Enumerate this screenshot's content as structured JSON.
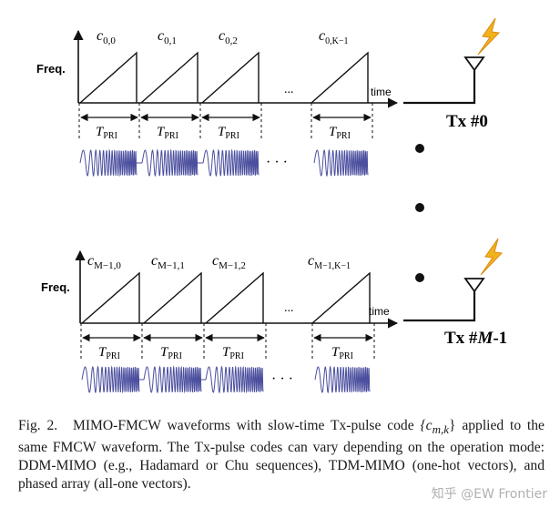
{
  "figure": {
    "top_panel": {
      "freq_label": "Freq.",
      "time_label": "time",
      "code_labels": [
        {
          "base": "c",
          "sub": "0,0"
        },
        {
          "base": "c",
          "sub": "0,1"
        },
        {
          "base": "c",
          "sub": "0,2"
        },
        {
          "base": "c",
          "sub": "0,K−1"
        }
      ],
      "ellipsis": "...",
      "tpri_label": {
        "base": "T",
        "sub": "PRI"
      },
      "tx_label": "Tx #0"
    },
    "bottom_panel": {
      "freq_label": "Freq.",
      "time_label": "time",
      "code_labels": [
        {
          "base": "c",
          "sub": "M−1,0"
        },
        {
          "base": "c",
          "sub": "M−1,1"
        },
        {
          "base": "c",
          "sub": "M−1,2"
        },
        {
          "base": "c",
          "sub": "M−1,K−1"
        }
      ],
      "ellipsis": "...",
      "tpri_label": {
        "base": "T",
        "sub": "PRI"
      },
      "tx_label_prefix": "Tx #",
      "tx_label_m": "M",
      "tx_label_suffix": "-1"
    },
    "waveform_ellipsis": "· · ·",
    "colors": {
      "line": "#111111",
      "waveform": "#4b4f9e",
      "lightning": "#f2b21b",
      "lightning_edge": "#d98a10"
    }
  },
  "caption": {
    "fig_label": "Fig. 2.",
    "text_part1": "MIMO-FMCW waveforms with slow-time Tx-pulse code ",
    "math_code": "{c",
    "math_sub": "m,k",
    "math_close": "}",
    "text_part2": " applied to the same FMCW waveform. The Tx-pulse codes can vary depending on the operation mode: DDM-MIMO (e.g., Hadamard or Chu sequences), TDM-MIMO (one-hot vectors), and phased array (all-one vectors)."
  },
  "watermark": "知乎 @EW Frontier"
}
